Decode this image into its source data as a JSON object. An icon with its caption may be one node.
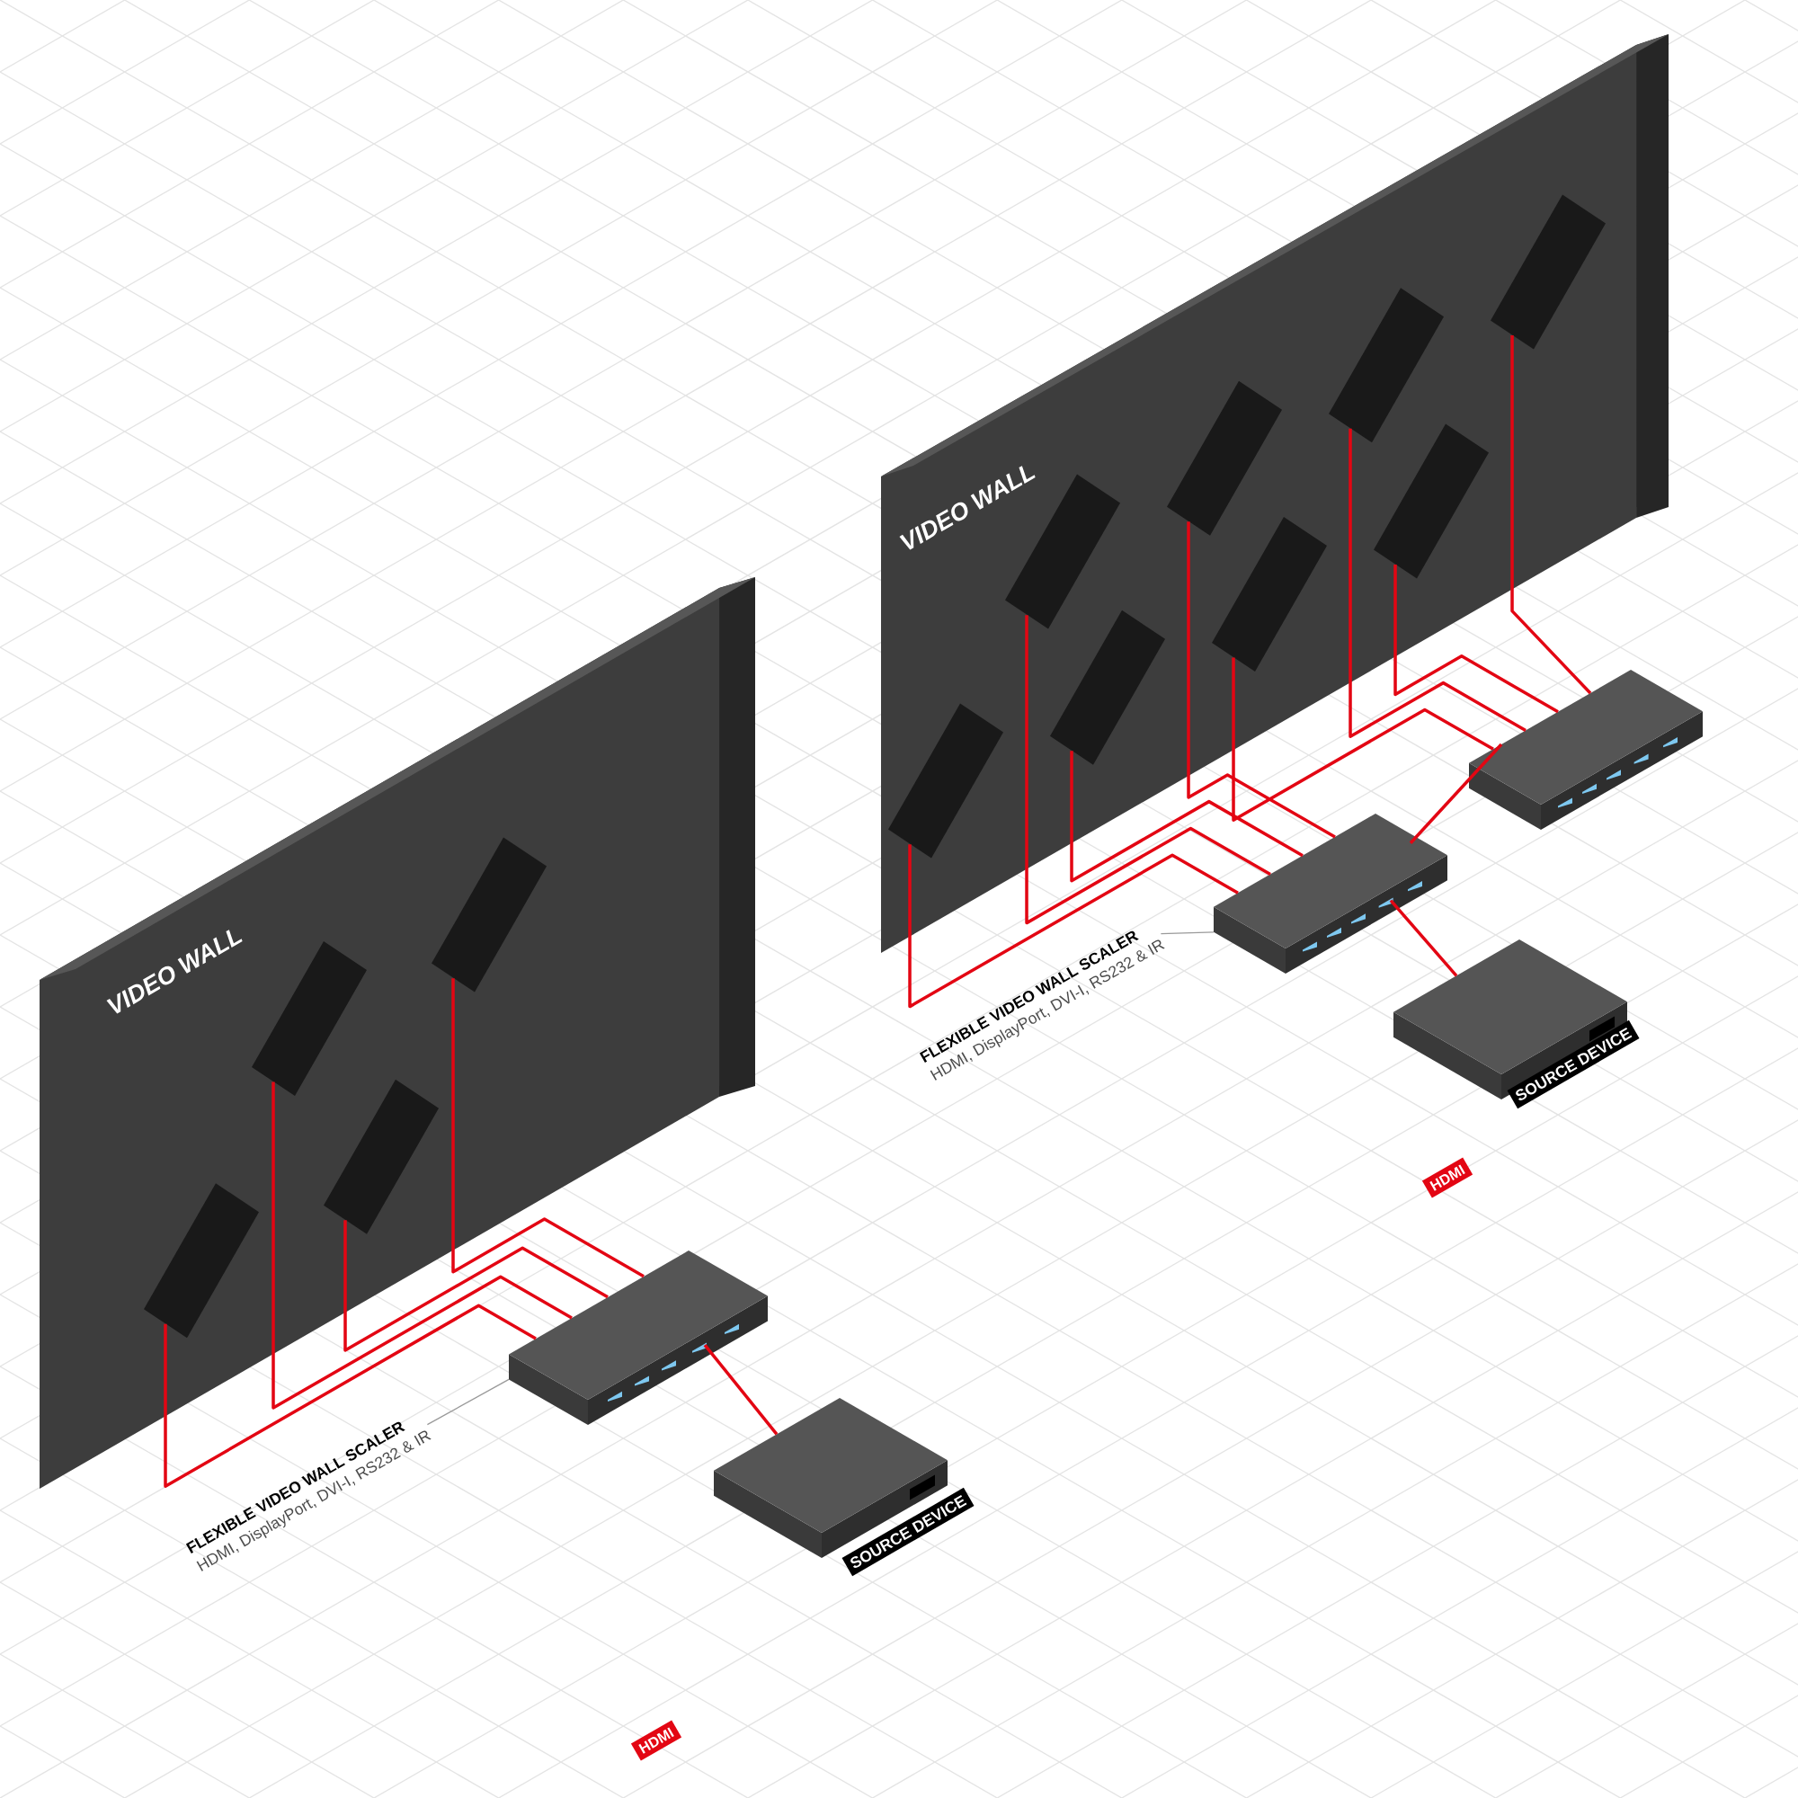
{
  "diagram": {
    "nodes": [
      {
        "text": [
          "VIDEO WALL"
        ]
      },
      {
        "text": [],
        "shape": "box",
        "in": 0
      },
      {
        "text": [],
        "shape": "box",
        "in": 0
      },
      {
        "text": [],
        "shape": "box",
        "in": 0
      },
      {
        "text": [],
        "shape": "box",
        "in": 0
      },
      {
        "text": [],
        "shape": "box"
      },
      {
        "text": [
          "FLEXIBLE VIDEO WALL SCALER",
          "HDMI, DisplayPort, DVI-I, RS232 & IR"
        ]
      },
      {
        "text": [
          "SOURCE DEVICE"
        ]
      },
      {
        "text": [
          "VIDEO WALL"
        ]
      },
      {
        "text": [],
        "shape": "box",
        "in": 8
      },
      {
        "text": [],
        "shape": "box",
        "in": 8
      },
      {
        "text": [],
        "shape": "box",
        "in": 8
      },
      {
        "text": [],
        "shape": "box",
        "in": 8
      },
      {
        "text": [],
        "shape": "box",
        "in": 8
      },
      {
        "text": [],
        "shape": "box",
        "in": 8
      },
      {
        "text": [],
        "shape": "box",
        "in": 8
      },
      {
        "text": [],
        "shape": "box",
        "in": 8
      },
      {
        "text": [],
        "shape": "box"
      },
      {
        "text": [],
        "shape": "box"
      },
      {
        "text": [
          "FLEXIBLE VIDEO WALL SCALER",
          "HDMI, DisplayPort, DVI-I, RS232 & IR"
        ]
      },
      {
        "text": [
          "SOURCE DEVICE"
        ]
      }
    ],
    "edges": [
      {
        "from": 1,
        "to": 5,
        "arrow": "none"
      },
      {
        "from": 2,
        "to": 5,
        "arrow": "none"
      },
      {
        "from": 3,
        "to": 5,
        "arrow": "none"
      },
      {
        "from": 4,
        "to": 5,
        "arrow": "none"
      },
      {
        "from": 5,
        "to": 7,
        "arrow": "none"
      },
      {
        "from": 6,
        "to": 5,
        "arrow": "none",
        "color": "#9a9a9a"
      },
      {
        "from": 9,
        "to": 17,
        "arrow": "none"
      },
      {
        "from": 10,
        "to": 17,
        "arrow": "none"
      },
      {
        "from": 11,
        "to": 17,
        "arrow": "none"
      },
      {
        "from": 12,
        "to": 17,
        "arrow": "none"
      },
      {
        "from": 13,
        "to": 18,
        "arrow": "none"
      },
      {
        "from": 14,
        "to": 18,
        "arrow": "none"
      },
      {
        "from": 15,
        "to": 18,
        "arrow": "none"
      },
      {
        "from": 16,
        "to": 18,
        "arrow": "none"
      },
      {
        "from": 17,
        "to": 18,
        "arrow": "none"
      },
      {
        "from": 17,
        "to": 20,
        "arrow": "none"
      },
      {
        "from": 19,
        "to": 17,
        "arrow": "none",
        "color": "#9a9a9a"
      }
    ],
    "labels": [
      "HDMI",
      "HDMI"
    ]
  }
}
